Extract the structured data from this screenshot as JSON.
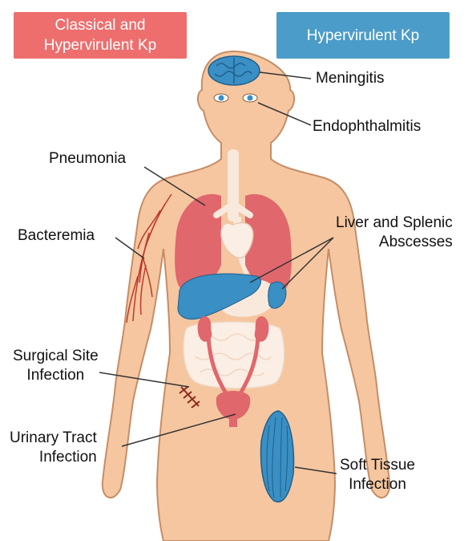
{
  "legend": {
    "classical": {
      "line1": "Classical and",
      "line2": "Hypervirulent Kp",
      "color": "#ee6e6e"
    },
    "hypervirulent": {
      "label": "Hypervirulent Kp",
      "color": "#4b9cc9"
    }
  },
  "labels": {
    "meningitis": "Meningitis",
    "endophthalmitis": "Endophthalmitis",
    "pneumonia": "Pneumonia",
    "bacteremia": "Bacteremia",
    "liver_line1": "Liver and Splenic",
    "liver_line2": "Abscesses",
    "surgical_line1": "Surgical Site",
    "surgical_line2": "Infection",
    "urinary_line1": "Urinary Tract",
    "urinary_line2": "Infection",
    "soft_line1": "Soft Tissue",
    "soft_line2": "Infection"
  },
  "colors": {
    "skin": "#f5c6a0",
    "skin_outline": "#c68d66",
    "red_organ": "#e0676c",
    "blue_organ": "#3a8fc4",
    "pale_organ": "#f8e9dc",
    "leader": "#333333"
  }
}
